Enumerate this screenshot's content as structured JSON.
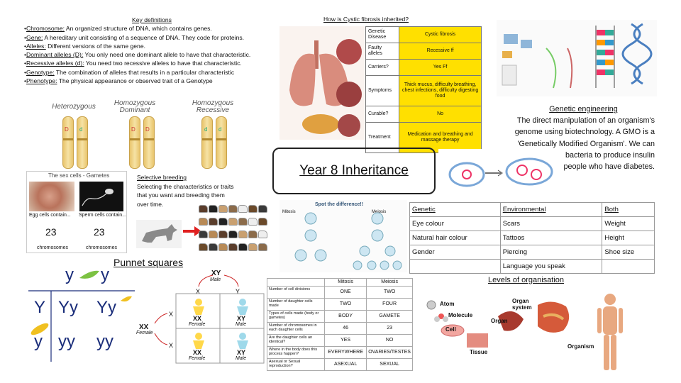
{
  "key_definitions": {
    "title": "Key definitions",
    "items": [
      {
        "term": "Chromosome:",
        "text": " An organized structure of DNA, which contains genes."
      },
      {
        "term": "Gene:",
        "text": " A hereditary unit consisting of a sequence of DNA. They code for proteins."
      },
      {
        "term": "Alleles:",
        "text": " Different versions of the same gene."
      },
      {
        "term": "Dominant alleles (D):",
        "text": " You only need one dominant allele to have that characteristic."
      },
      {
        "term": "Recessive alleles (d):",
        "text": " You need two recessive alleles to have that characteristic."
      },
      {
        "term": "Genotype:",
        "text": " The combination of alleles that results in a particular characteristic"
      },
      {
        "term": "Phenotype:",
        "text": " The physical appearance or observed trait of a Genotype"
      }
    ],
    "bullet": "•"
  },
  "zygosity": {
    "heterozygous": "Heterozygous",
    "homozygous_dominant": "Homozygous Dominant",
    "homozygous_recessive": "Homozygous Recessive",
    "allele_labels": [
      "D",
      "d",
      "D",
      "D",
      "d",
      "d"
    ]
  },
  "sex_cells": {
    "title": "The sex cells - Gametes",
    "egg_label": "Egg cells contain...",
    "sperm_label": "Sperm cells contain...",
    "egg_count": "23",
    "sperm_count": "23",
    "unit": "chromosomes"
  },
  "selective_breeding": {
    "title": "Selective breeding",
    "text": "Selecting the characteristics or traits that you want and breeding them over time."
  },
  "cystic_fibrosis": {
    "title": "How is Cystic fibrosis inherited?",
    "rows": [
      [
        "Genetic Disease",
        "Cystic fibrosis"
      ],
      [
        "Faulty alleles",
        "Recessive ff"
      ],
      [
        "Carriers?",
        "Yes Ff"
      ],
      [
        "Symptoms",
        "Thick mucus, difficulty breathing, chest infections, difficulty digesting food"
      ],
      [
        "Curable?",
        "No"
      ],
      [
        "Treatment",
        "Medication and breathing and massage therapy"
      ]
    ]
  },
  "year_title": "Year 8 Inheritance",
  "genetic_engineering": {
    "title": "Genetic engineering",
    "text": "The direct manipulation of an organism's genome using biotechnology. A GMO is a 'Genetically Modified Organism'. We can genetically engineer bacteria to produce insulin to treat people who have diabetes."
  },
  "variation_table": {
    "headers": [
      "Genetic",
      "Environmental",
      "Both"
    ],
    "rows": [
      [
        "Eye colour",
        "Scars",
        "Weight"
      ],
      [
        "Natural hair colour",
        "Tattoos",
        "Height"
      ],
      [
        "Gender",
        "Piercing",
        "Shoe size"
      ],
      [
        "",
        "Language you speak",
        ""
      ]
    ]
  },
  "punnet": {
    "title": "Punnet squares",
    "col_alleles": [
      "y",
      "y"
    ],
    "row_alleles": [
      "Y",
      "y"
    ],
    "cells": [
      [
        "Yy",
        "Yy"
      ],
      [
        "yy",
        "yy"
      ]
    ]
  },
  "sex_inheritance": {
    "father": "XY",
    "father_label": "Male",
    "mother": "XX",
    "mother_label": "Female",
    "father_gametes": [
      "X",
      "Y"
    ],
    "mother_gametes": [
      "X",
      "X"
    ],
    "offspring": [
      {
        "genotype": "XX",
        "sex": "Female"
      },
      {
        "genotype": "XY",
        "sex": "Male"
      },
      {
        "genotype": "XX",
        "sex": "Female"
      },
      {
        "genotype": "XY",
        "sex": "Male"
      }
    ]
  },
  "cell_division": {
    "title": "Spot the difference!!",
    "mitosis": "Mitosis",
    "meiosis": "Meiosis",
    "table_headers": [
      "",
      "Mitosis",
      "Meiosis"
    ],
    "rows": [
      [
        "Number of cell divisions",
        "ONE",
        "TWO"
      ],
      [
        "Number of daughter cells made",
        "TWO",
        "FOUR"
      ],
      [
        "Types of cells made (body or gametes)",
        "BODY",
        "GAMETE"
      ],
      [
        "Number of chromosomes in each daughter cells",
        "46",
        "23"
      ],
      [
        "Are the daughter cells an identical?",
        "YES",
        "NO"
      ],
      [
        "Where in the body does this process happen?",
        "EVERYWHERE",
        "OVARIES/TESTES"
      ],
      [
        "Asexual or Sexual reproduction?",
        "ASEXUAL",
        "SEXUAL"
      ]
    ]
  },
  "levels": {
    "title": "Levels of organisation",
    "labels": [
      "Atom",
      "Molecule",
      "Cell",
      "Tissue",
      "Organ",
      "Organ system",
      "Organism"
    ]
  },
  "colors": {
    "highlight_yellow": "#ffe000",
    "punnet_blue": "#1a2d7a",
    "arrow_red": "#e02020",
    "female_yellow": "#ffd84a",
    "male_blue": "#9fd9ea"
  }
}
